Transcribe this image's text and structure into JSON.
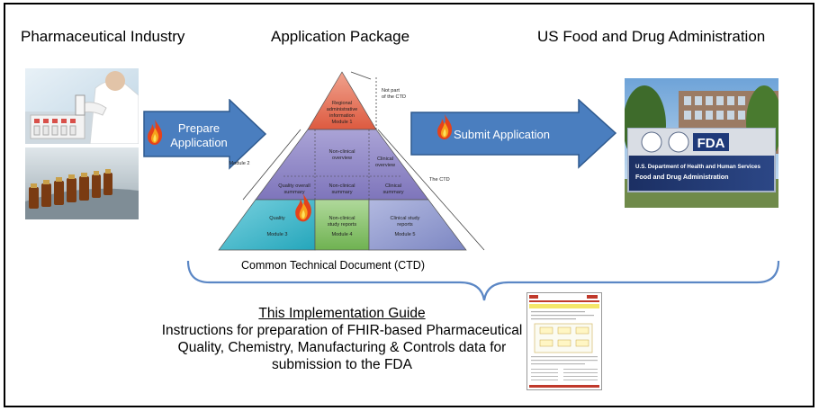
{
  "headers": {
    "left": "Pharmaceutical Industry",
    "center": "Application Package",
    "right": "US Food and Drug Administration"
  },
  "arrows": {
    "prepare": "Prepare\nApplication",
    "submit": "Submit Application"
  },
  "pyramid": {
    "not_part": [
      "Not part",
      "of the CTD"
    ],
    "the_ctd": "The CTD",
    "module2_side": "Module 2",
    "module1": [
      "Regional",
      "administrative",
      "information",
      "Module 1"
    ],
    "nonclinical_overview": [
      "Non-clinical",
      "overview"
    ],
    "clinical_overview": [
      "Clinical",
      "overview"
    ],
    "quality_overall_summary": [
      "Quality overall",
      "summary"
    ],
    "nonclinical_summary": [
      "Non-clinical",
      "summary"
    ],
    "clinical_summary": [
      "Clinical",
      "summary"
    ],
    "quality": [
      "Quality",
      "Module 3"
    ],
    "nonclinical_study": [
      "Non-clinical",
      "study reports",
      "Module 4"
    ],
    "clinical_study": [
      "Clinical study",
      "reports",
      "Module 5"
    ]
  },
  "ctd_caption": "Common Technical Document (CTD)",
  "guide": {
    "title": "This Implementation Guide",
    "lines": [
      "Instructions for preparation of FHIR-based Pharmaceutical",
      "Quality, Chemistry, Manufacturing & Controls data for",
      "submission to the FDA"
    ]
  },
  "fda_sign": {
    "logo_text": "FDA",
    "line1": "U.S. Department of Health and Human Services",
    "line2": "Food and Drug Administration"
  },
  "colors": {
    "arrow": "#4a7ebf",
    "arrow_border": "#2f5a8f",
    "bracket": "#5b87c5",
    "module1": "#e3634a",
    "module2": "#8f86c6",
    "quality": "#3bb6c8",
    "nonclinical_study": "#86c06a",
    "clinical_study": "#8c96cc"
  }
}
